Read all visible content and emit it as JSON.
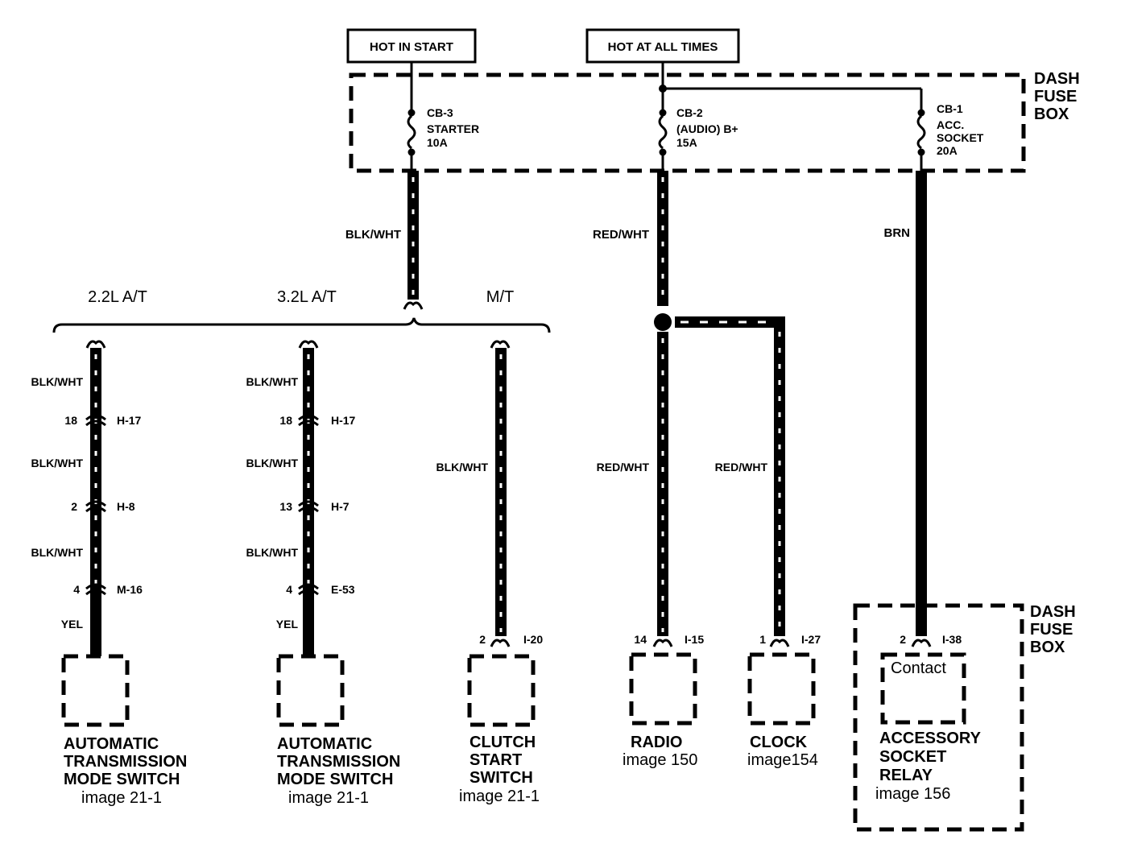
{
  "header_boxes": {
    "hot_in_start": "HOT IN START",
    "hot_at_all_times": "HOT AT ALL TIMES"
  },
  "fuse_box": {
    "label_line1": "DASH",
    "label_line2": "FUSE",
    "label_line3": "BOX"
  },
  "fuses": {
    "cb3": {
      "id": "CB-3",
      "name": "STARTER",
      "rating": "10A"
    },
    "cb2": {
      "id": "CB-2",
      "name": "(AUDIO) B+",
      "rating": "15A"
    },
    "cb1": {
      "id": "CB-1",
      "name_line1": "ACC.",
      "name_line2": "SOCKET",
      "rating": "20A"
    }
  },
  "wire_colors": {
    "blk_wht": "BLK/WHT",
    "red_wht": "RED/WHT",
    "brn": "BRN",
    "yel": "YEL"
  },
  "branches": {
    "b1": "2.2L A/T",
    "b2": "3.2L A/T",
    "b3": "M/T"
  },
  "connectors": {
    "c1_h17_pin": "18",
    "c1_h17": "H-17",
    "c1_h8_pin": "2",
    "c1_h8": "H-8",
    "c1_m16_pin": "4",
    "c1_m16": "M-16",
    "c2_h17_pin": "18",
    "c2_h17": "H-17",
    "c2_h7_pin": "13",
    "c2_h7": "H-7",
    "c2_e53_pin": "4",
    "c2_e53": "E-53",
    "c3_i20_pin": "2",
    "c3_i20": "I-20",
    "c4_i15_pin": "14",
    "c4_i15": "I-15",
    "c5_i27_pin": "1",
    "c5_i27": "I-27",
    "c6_i38_pin": "2",
    "c6_i38": "I-38"
  },
  "components": {
    "atm1": {
      "line1": "AUTOMATIC",
      "line2": "TRANSMISSION",
      "line3": "MODE SWITCH",
      "ref": "image 21-1"
    },
    "atm2": {
      "line1": "AUTOMATIC",
      "line2": "TRANSMISSION",
      "line3": "MODE SWITCH",
      "ref": "image 21-1"
    },
    "clutch": {
      "line1": "CLUTCH",
      "line2": "START",
      "line3": "SWITCH",
      "ref": "image 21-1"
    },
    "radio": {
      "line1": "RADIO",
      "ref": "image 150"
    },
    "clock": {
      "line1": "CLOCK",
      "ref": "image154"
    },
    "relay": {
      "contact": "Contact",
      "line1": "ACCESSORY",
      "line2": "SOCKET",
      "line3": "RELAY",
      "ref": "image 156"
    }
  }
}
